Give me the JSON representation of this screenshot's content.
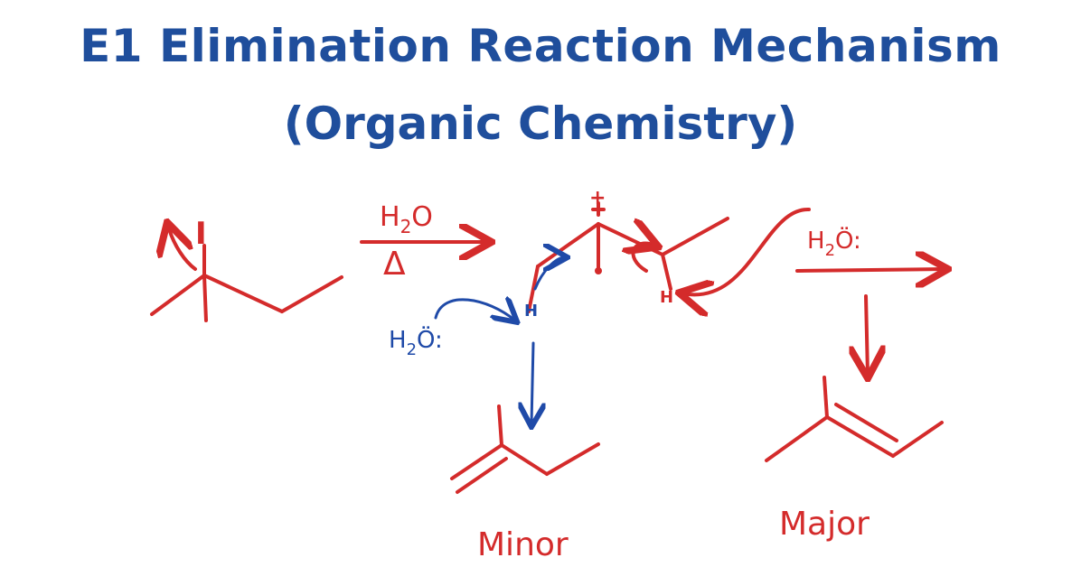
{
  "title_line1": "E1 Elimination Reaction Mechanism",
  "title_line2": "(Organic Chemistry)",
  "reagent_top": {
    "h": "H",
    "sub": "2",
    "o": "O"
  },
  "heat_symbol": "Δ",
  "leaving_group": "I",
  "carbocation_charge": "+",
  "base_left": {
    "h": "H",
    "sub": "2",
    "o": "Ö:"
  },
  "base_right": {
    "h": "H",
    "sub": "2",
    "o": "Ö:"
  },
  "hydrogen_left": "H",
  "hydrogen_right": "H",
  "product_minor_label": "Minor",
  "product_major_label": "Major",
  "colors": {
    "title": "#1f4e9c",
    "red_ink": "#d42b2b",
    "blue_ink": "#1f4aa8"
  }
}
